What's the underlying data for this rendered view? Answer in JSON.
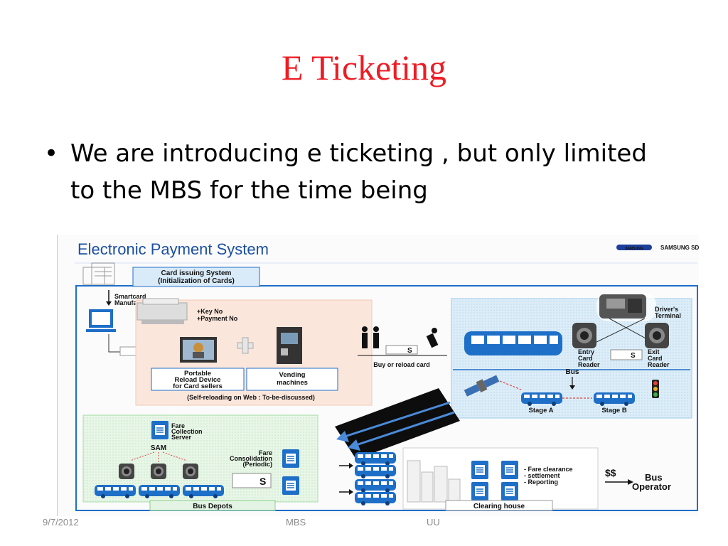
{
  "slide": {
    "title": "E Ticketing",
    "bullet": "We are introducing e ticketing , but only limited to the MBS for the time being"
  },
  "figure": {
    "heading": "Electronic Payment System",
    "logo_text": "SAMSUNG SD",
    "logo_badge": "SAMSUNG",
    "card_system_tab": [
      "Card issuing System",
      "(Initialization of Cards)"
    ],
    "smartcard_manufacturer": [
      "Smartcard",
      "Manufacturer"
    ],
    "key_info": [
      "+Key No",
      "+Payment No"
    ],
    "portable_reload": [
      "Portable",
      "Reload Device",
      "for Card sellers"
    ],
    "vending": [
      "Vending",
      "machines"
    ],
    "self_reloading": "(Self-reloading on Web : To-be-discussed)",
    "buy_reload": "Buy or reload card",
    "card_s": "S",
    "drivers_terminal": [
      "Driver's",
      "Terminal"
    ],
    "entry_reader": [
      "Entry",
      "Card",
      "Reader"
    ],
    "exit_reader": [
      "Exit",
      "Card",
      "Reader"
    ],
    "bus_label": "Bus",
    "stage_a": "Stage A",
    "stage_b": "Stage B",
    "fare_server": [
      "Fare",
      "Collection",
      "Server"
    ],
    "sam": "SAM",
    "fare_consolidation": [
      "Fare",
      "Consolidation",
      "(Periodic)"
    ],
    "bus_depots": "Bus Depots",
    "clearing_items": [
      "- Fare clearance",
      "- settlement",
      "- Reporting"
    ],
    "clearing_house": "Clearing house",
    "money": "$$",
    "bus_operator": [
      "Bus",
      "Operator"
    ]
  },
  "footer": {
    "date": "9/7/2012",
    "center": "MBS",
    "right": "UU"
  },
  "colors": {
    "title": "#ee1c24",
    "bus_blue": "#1e6fc7",
    "panel_blue": "#d8ecf8",
    "panel_peach": "#fbe6dc",
    "panel_green": "#e4f4e4"
  }
}
